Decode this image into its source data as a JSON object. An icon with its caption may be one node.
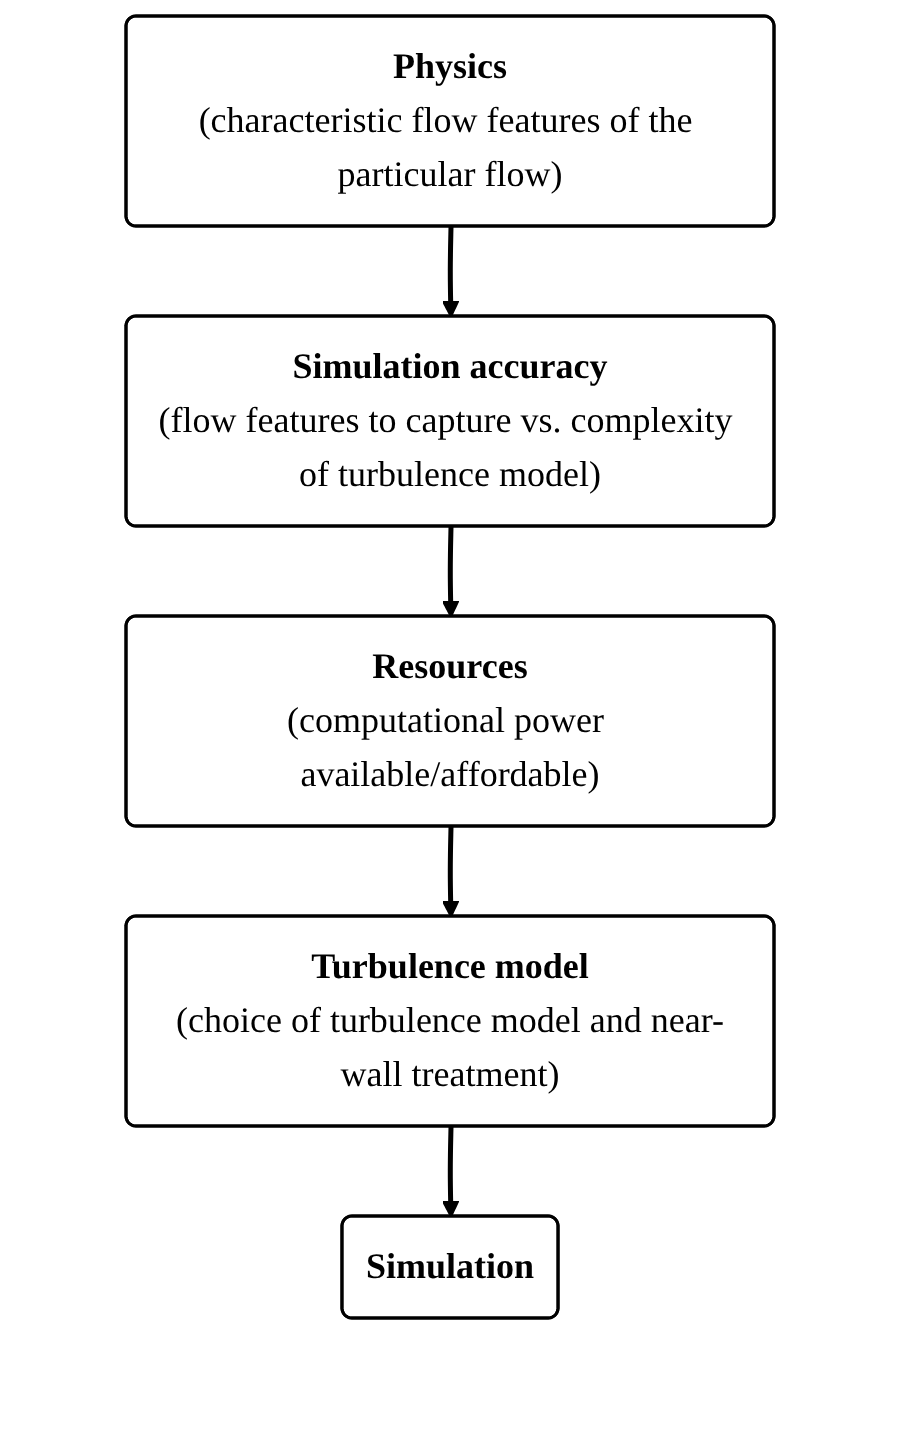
{
  "diagram": {
    "nodes": [
      {
        "text": [
          "Physics",
          "(characteristic flow features of the particular flow)"
        ]
      },
      {
        "text": [
          "Simulation accuracy",
          "(flow features to capture vs. complexity of turbulence model)"
        ]
      },
      {
        "text": [
          "Resources",
          "(computational power available/affordable)"
        ]
      },
      {
        "text": [
          "Turbulence model",
          "(choice of turbulence model and near-wall treatment)"
        ]
      },
      {
        "text": [
          "Simulation"
        ]
      }
    ],
    "edges": [
      {
        "from": 0,
        "to": 1,
        "arrow": "to"
      },
      {
        "from": 1,
        "to": 2,
        "arrow": "to"
      },
      {
        "from": 2,
        "to": 3,
        "arrow": "to"
      },
      {
        "from": 3,
        "to": 4,
        "arrow": "to"
      }
    ]
  }
}
